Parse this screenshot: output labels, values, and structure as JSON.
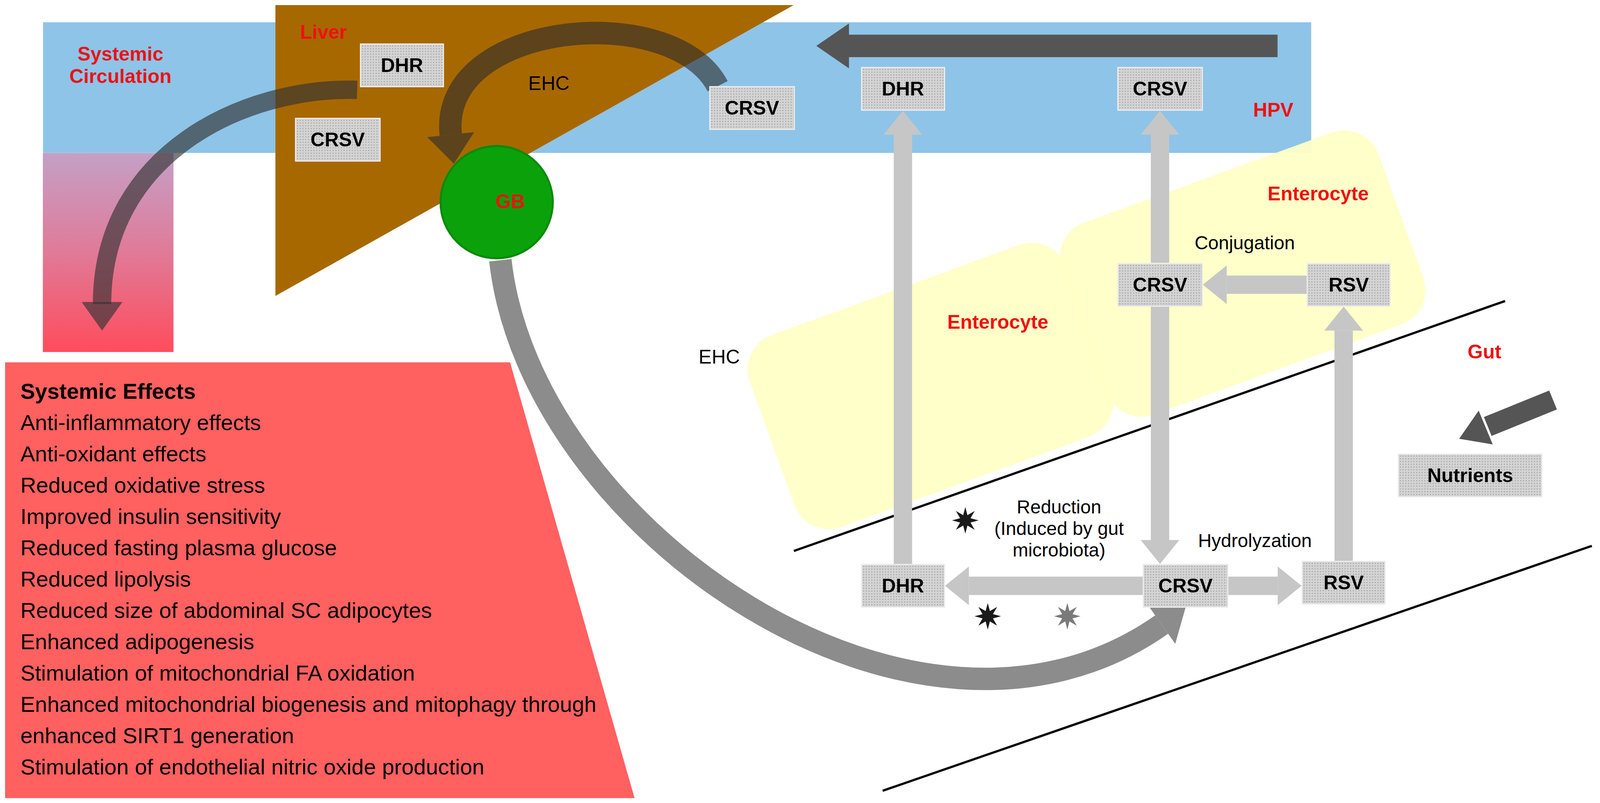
{
  "diagram": {
    "nodes": [
      {
        "text": [
          "Systemic Circulation",
          "HPV"
        ]
      },
      {
        "text": [
          "Liver"
        ]
      },
      {
        "text": [
          "DHR"
        ],
        "in": 1
      },
      {
        "text": [
          "CRSV"
        ],
        "in": 1
      },
      {
        "text": [
          "CRSV"
        ],
        "in": 0
      },
      {
        "text": [
          "DHR"
        ],
        "in": 0
      },
      {
        "text": [
          "CRSV"
        ],
        "in": 0
      },
      {
        "text": [
          "GB"
        ]
      },
      {
        "text": [
          "Enterocyte"
        ]
      },
      {
        "text": [
          "CRSV"
        ],
        "in": 8
      },
      {
        "text": [
          "RSV"
        ],
        "in": 8
      },
      {
        "text": [
          "Enterocyte"
        ]
      },
      {
        "text": [
          "DHR"
        ]
      },
      {
        "text": [
          "CRSV"
        ]
      },
      {
        "text": [
          "RSV"
        ]
      },
      {
        "text": [
          "Nutrients"
        ]
      },
      {
        "text": [
          "Systemic Effects",
          "Anti-inflammatory effects",
          "Anti-oxidant effects",
          "Reduced oxidative stress",
          "Improved insulin sensitivity",
          "Reduced fasting plasma glucose",
          "Reduced lipolysis",
          "Reduced size of abdominal SC adipocytes",
          "Enhanced adipogenesis",
          "Stimulation of mitochondrial FA oxidation",
          "Enhanced mitochondrial biogenesis and mitophagy through enhanced SIRT1 generation",
          "Stimulation of endothelial nitric oxide production"
        ]
      }
    ],
    "edges": [
      {
        "from": 13,
        "to": 12,
        "arrow": "to",
        "label": "Reduction (Induced by gut microbiota)"
      },
      {
        "from": 13,
        "to": 14,
        "arrow": "to",
        "label": "Hydrolyzation"
      },
      {
        "from": 14,
        "to": 10,
        "arrow": "to"
      },
      {
        "from": 10,
        "to": 9,
        "arrow": "to",
        "label": "Conjugation"
      },
      {
        "from": 9,
        "to": 6,
        "arrow": "to"
      },
      {
        "from": 9,
        "to": 13,
        "arrow": "to"
      },
      {
        "from": 12,
        "to": 5,
        "arrow": "to"
      },
      {
        "from": 4,
        "to": 7,
        "arrow": "to"
      },
      {
        "from": 7,
        "to": 13,
        "arrow": "to"
      }
    ],
    "labels": [
      "EHC",
      "EHC",
      "Gut"
    ]
  }
}
